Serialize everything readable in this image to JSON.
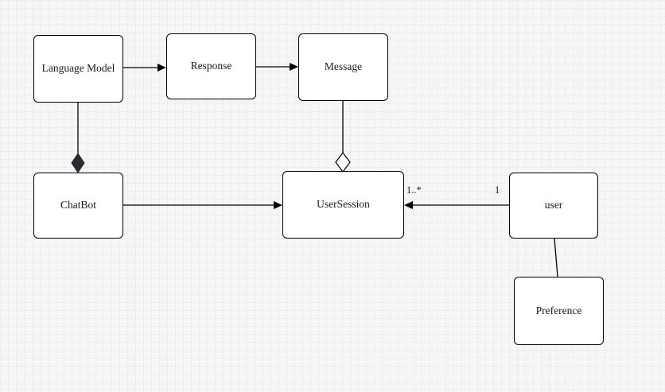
{
  "diagram": {
    "nodes": {
      "language_model": {
        "label": "Language Model"
      },
      "response": {
        "label": "Response"
      },
      "message": {
        "label": "Message"
      },
      "chatbot": {
        "label": "ChatBot"
      },
      "user_session": {
        "label": "UserSession"
      },
      "user": {
        "label": "user"
      },
      "preference": {
        "label": "Preference"
      }
    },
    "edges": {
      "user_to_session": {
        "target_multiplicity": "1..*",
        "source_multiplicity": "1"
      }
    },
    "colors": {
      "node_fill": "#ffffff",
      "node_border": "#000000",
      "edge_stroke": "#000000",
      "composition_diamond_fill": "#2b2b33",
      "aggregation_diamond_fill": "#ffffff",
      "background": "#f6f6f6",
      "grid_line": "#e2e2e2"
    }
  }
}
